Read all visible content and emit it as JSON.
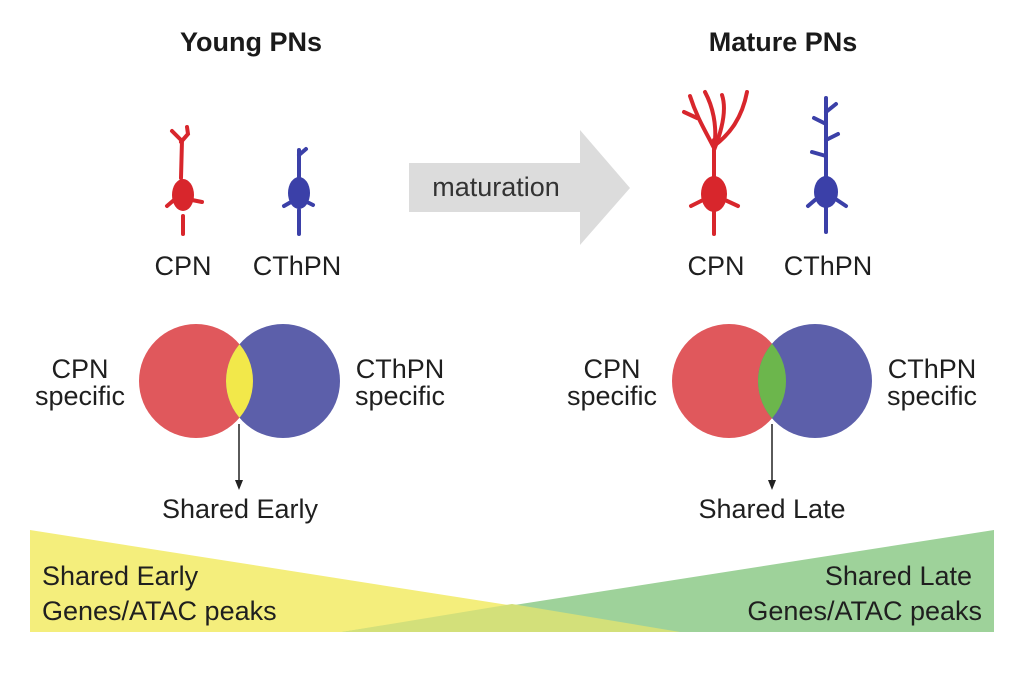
{
  "headings": {
    "young": "Young PNs",
    "mature": "Mature PNs"
  },
  "arrow": {
    "label": "maturation"
  },
  "neurons": {
    "cpn": "CPN",
    "cthpn": "CThPN"
  },
  "venn": {
    "left_label_line1": "CPN",
    "left_label_line2": "specific",
    "right_label_line1": "CThPN",
    "right_label_line2": "specific",
    "shared_early": "Shared Early",
    "shared_late": "Shared Late"
  },
  "gradient": {
    "left_line1": "Shared Early",
    "left_line2": "Genes/ATAC peaks",
    "right_line1": "Shared Late",
    "right_line2": "Genes/ATAC peaks"
  },
  "colors": {
    "cpn_red": "#d8262c",
    "cthpn_blue": "#3b40a8",
    "venn_red": "#e0585c",
    "venn_blue": "#5c5faa",
    "overlap_early": "#f2e84a",
    "overlap_late": "#6cb64c",
    "arrow_gray": "#dcdcdc",
    "wedge_yellow": "#f4ee7c",
    "wedge_green": "#9ed29a",
    "wedge_mix": "#d3e07a"
  }
}
